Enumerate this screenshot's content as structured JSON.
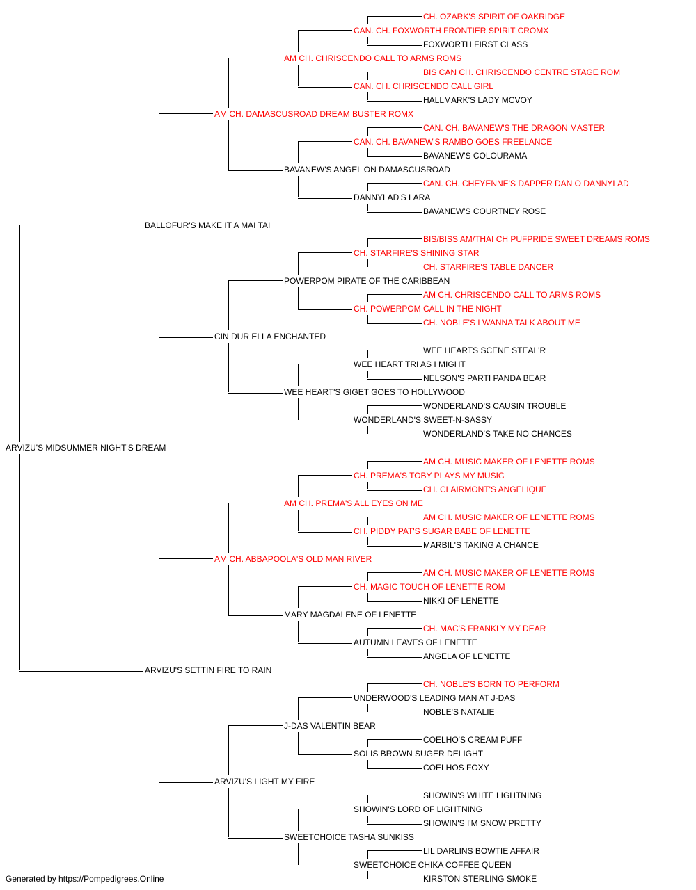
{
  "colors": {
    "champion": "#ff0000",
    "normal": "#000000",
    "line": "#000000"
  },
  "pedigree": {
    "name": "ARVIZU'S MIDSUMMER NIGHT'S DREAM",
    "champion": false,
    "sire": {
      "name": "BALLOFUR'S MAKE IT A MAI TAI",
      "champion": false,
      "sire": {
        "name": "AM CH. DAMASCUSROAD DREAM BUSTER ROMX",
        "champion": true,
        "sire": {
          "name": "AM CH. CHRISCENDO CALL TO ARMS ROMS",
          "champion": true,
          "sire": {
            "name": "CAN. CH. FOXWORTH FRONTIER SPIRIT CROMX",
            "champion": true,
            "sire": {
              "name": "CH. OZARK'S SPIRIT OF OAKRIDGE",
              "champion": true
            },
            "dam": {
              "name": "FOXWORTH FIRST CLASS",
              "champion": false
            }
          },
          "dam": {
            "name": "CAN. CH. CHRISCENDO CALL GIRL",
            "champion": true,
            "sire": {
              "name": "BIS CAN CH. CHRISCENDO CENTRE STAGE ROM",
              "champion": true
            },
            "dam": {
              "name": "HALLMARK'S LADY MCVOY",
              "champion": false
            }
          }
        },
        "dam": {
          "name": "BAVANEW'S ANGEL ON DAMASCUSROAD",
          "champion": false,
          "sire": {
            "name": "CAN. CH. BAVANEW'S RAMBO GOES FREELANCE",
            "champion": true,
            "sire": {
              "name": "CAN. CH. BAVANEW'S THE DRAGON MASTER",
              "champion": true
            },
            "dam": {
              "name": "BAVANEW'S COLOURAMA",
              "champion": false
            }
          },
          "dam": {
            "name": "DANNYLAD'S LARA",
            "champion": false,
            "sire": {
              "name": "CAN. CH. CHEYENNE'S DAPPER DAN O DANNYLAD",
              "champion": true
            },
            "dam": {
              "name": "BAVANEW'S COURTNEY ROSE",
              "champion": false
            }
          }
        }
      },
      "dam": {
        "name": "CIN DUR ELLA ENCHANTED",
        "champion": false,
        "sire": {
          "name": "POWERPOM PIRATE OF THE CARIBBEAN",
          "champion": false,
          "sire": {
            "name": "CH. STARFIRE'S SHINING STAR",
            "champion": true,
            "sire": {
              "name": "BIS/BISS AM/THAI CH PUFPRIDE SWEET DREAMS ROMS",
              "champion": true
            },
            "dam": {
              "name": "CH. STARFIRE'S TABLE DANCER",
              "champion": true
            }
          },
          "dam": {
            "name": "CH. POWERPOM CALL IN THE NIGHT",
            "champion": true,
            "sire": {
              "name": "AM CH. CHRISCENDO CALL TO ARMS ROMS",
              "champion": true
            },
            "dam": {
              "name": "CH. NOBLE'S I WANNA TALK ABOUT ME",
              "champion": true
            }
          }
        },
        "dam": {
          "name": "WEE HEART'S GIGET GOES TO HOLLYWOOD",
          "champion": false,
          "sire": {
            "name": "WEE HEART TRI AS I MIGHT",
            "champion": false,
            "sire": {
              "name": "WEE HEARTS SCENE STEAL'R",
              "champion": false
            },
            "dam": {
              "name": "NELSON'S PARTI PANDA BEAR",
              "champion": false
            }
          },
          "dam": {
            "name": "WONDERLAND'S SWEET-N-SASSY",
            "champion": false,
            "sire": {
              "name": "WONDERLAND'S CAUSIN TROUBLE",
              "champion": false
            },
            "dam": {
              "name": "WONDERLAND'S TAKE NO CHANCES",
              "champion": false
            }
          }
        }
      }
    },
    "dam": {
      "name": "ARVIZU'S SETTIN FIRE TO RAIN",
      "champion": false,
      "sire": {
        "name": "AM CH. ABBAPOOLA'S OLD MAN RIVER",
        "champion": true,
        "sire": {
          "name": "AM CH. PREMA'S ALL EYES ON ME",
          "champion": true,
          "sire": {
            "name": "CH. PREMA'S TOBY PLAYS MY MUSIC",
            "champion": true,
            "sire": {
              "name": "AM CH. MUSIC MAKER OF LENETTE ROMS",
              "champion": true
            },
            "dam": {
              "name": "CH. CLAIRMONT'S ANGELIQUE",
              "champion": true
            }
          },
          "dam": {
            "name": "CH. PIDDY PAT'S SUGAR BABE OF LENETTE",
            "champion": true,
            "sire": {
              "name": "AM CH. MUSIC MAKER OF LENETTE ROMS",
              "champion": true
            },
            "dam": {
              "name": "MARBIL'S TAKING A CHANCE",
              "champion": false
            }
          }
        },
        "dam": {
          "name": "MARY MAGDALENE OF LENETTE",
          "champion": false,
          "sire": {
            "name": "CH. MAGIC TOUCH OF LENETTE ROM",
            "champion": true,
            "sire": {
              "name": "AM CH. MUSIC MAKER OF LENETTE ROMS",
              "champion": true
            },
            "dam": {
              "name": "NIKKI OF LENETTE",
              "champion": false
            }
          },
          "dam": {
            "name": "AUTUMN LEAVES OF LENETTE",
            "champion": false,
            "sire": {
              "name": "CH. MAC'S FRANKLY MY DEAR",
              "champion": true
            },
            "dam": {
              "name": "ANGELA OF LENETTE",
              "champion": false
            }
          }
        }
      },
      "dam": {
        "name": "ARVIZU'S LIGHT MY FIRE",
        "champion": false,
        "sire": {
          "name": "J-DAS VALENTIN BEAR",
          "champion": false,
          "sire": {
            "name": "UNDERWOOD'S LEADING MAN AT J-DAS",
            "champion": false,
            "sire": {
              "name": "CH. NOBLE'S BORN TO PERFORM",
              "champion": true
            },
            "dam": {
              "name": "NOBLE'S NATALIE",
              "champion": false
            }
          },
          "dam": {
            "name": "SOLIS BROWN SUGER DELIGHT",
            "champion": false,
            "sire": {
              "name": "COELHO'S CREAM PUFF",
              "champion": false
            },
            "dam": {
              "name": "COELHOS FOXY",
              "champion": false
            }
          }
        },
        "dam": {
          "name": "SWEETCHOICE TASHA SUNKISS",
          "champion": false,
          "sire": {
            "name": "SHOWIN'S LORD OF LIGHTNING",
            "champion": false,
            "sire": {
              "name": "SHOWIN'S WHITE LIGHTNING",
              "champion": false
            },
            "dam": {
              "name": "SHOWIN'S I'M SNOW PRETTY",
              "champion": false
            }
          },
          "dam": {
            "name": "SWEETCHOICE CHIKA COFFEE QUEEN",
            "champion": false,
            "sire": {
              "name": "LIL DARLINS BOWTIE AFFAIR",
              "champion": false
            },
            "dam": {
              "name": "KIRSTON STERLING SMOKE",
              "champion": false
            }
          }
        }
      }
    }
  },
  "footer": {
    "text": "Generated by https://Pompedigrees.Online"
  }
}
